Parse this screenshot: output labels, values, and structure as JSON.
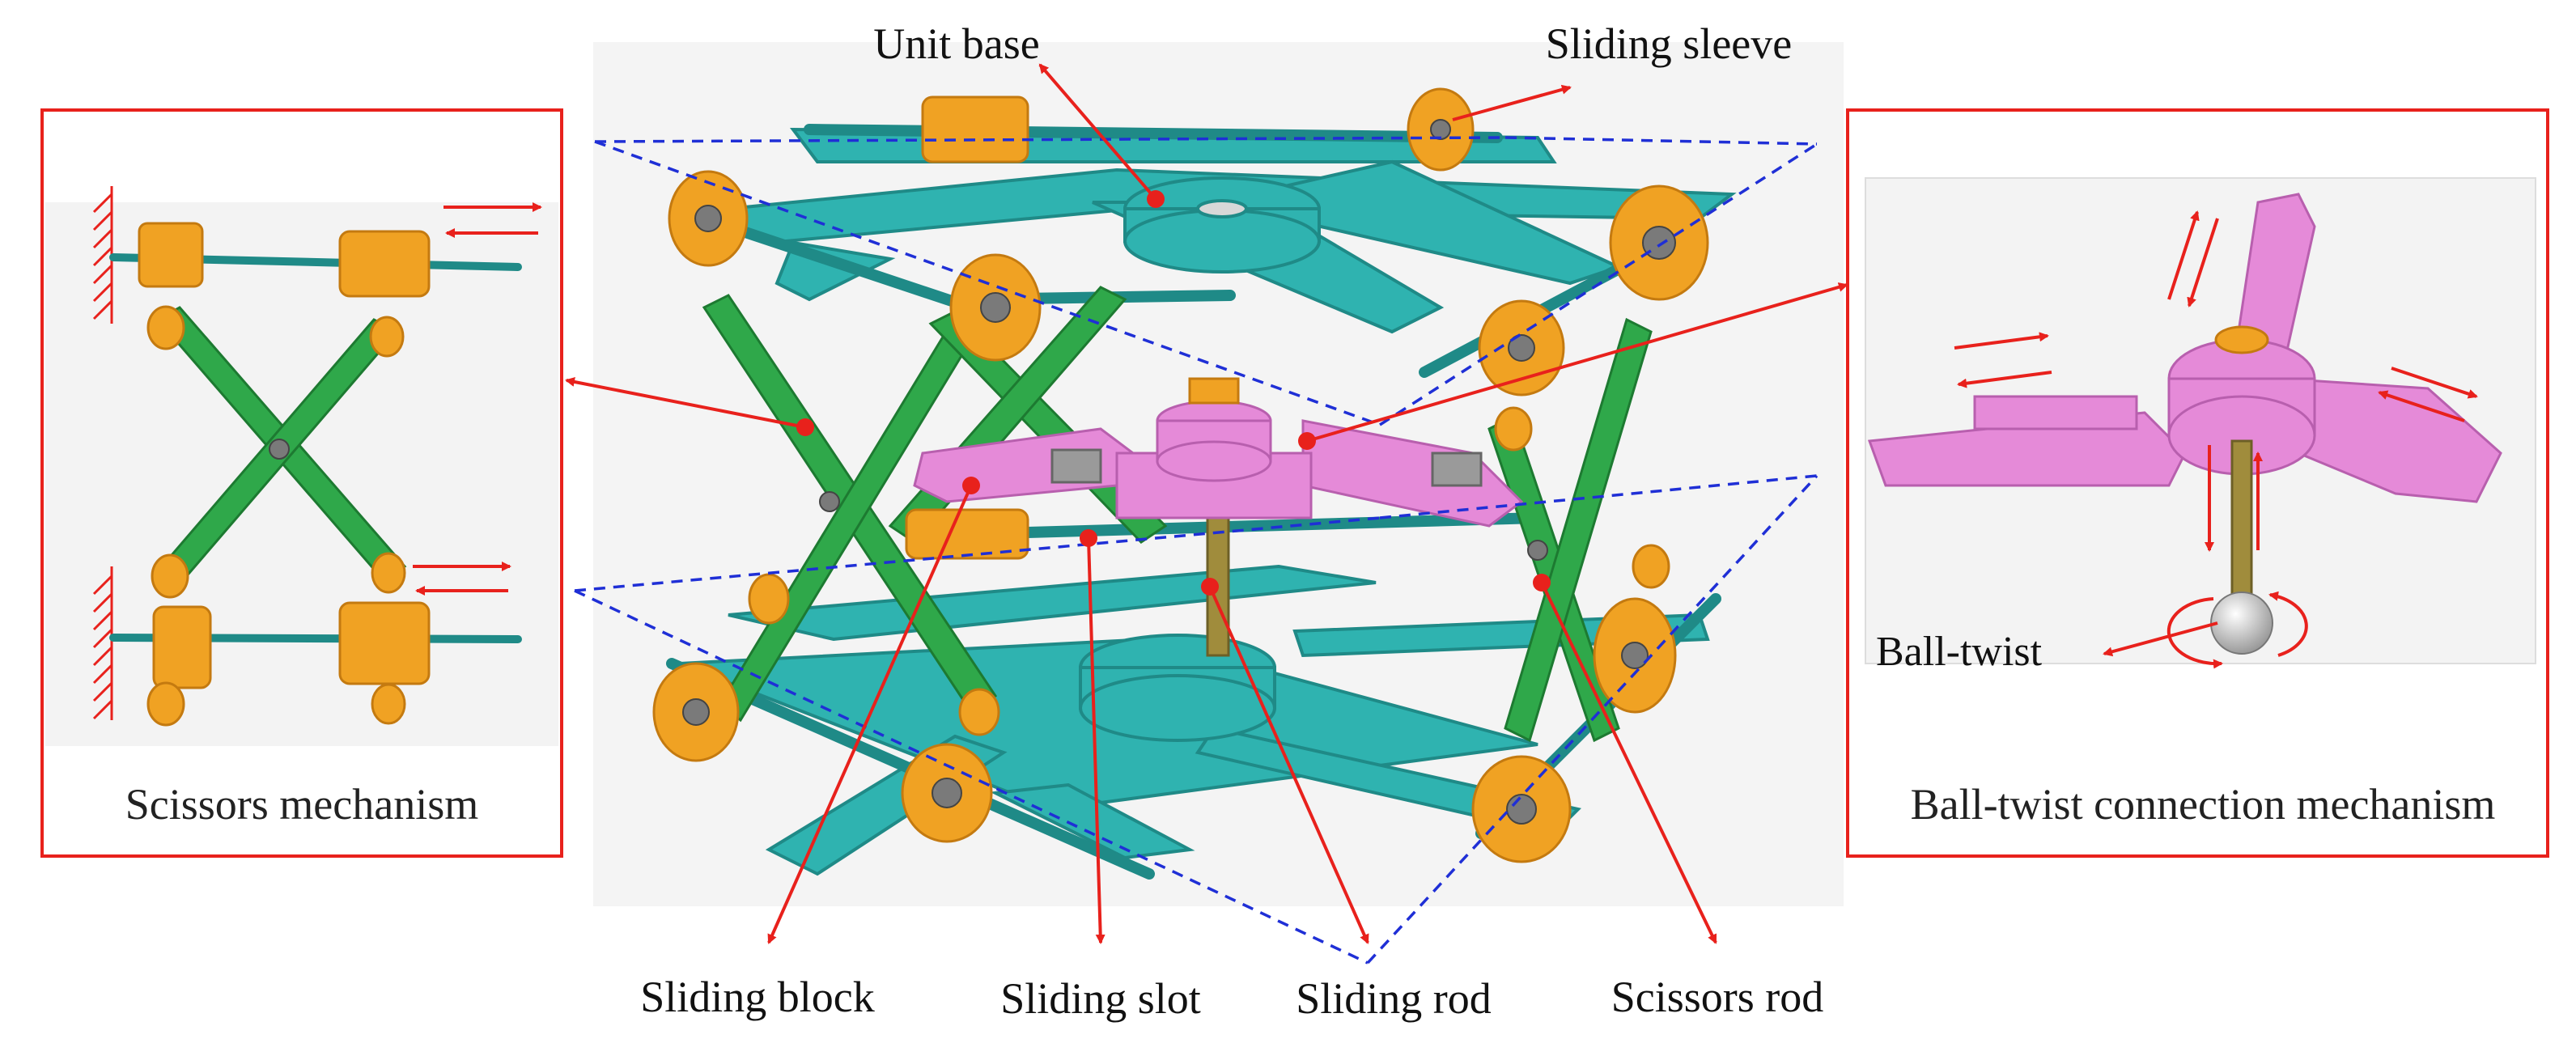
{
  "left_panel": {
    "caption": "Scissors mechanism"
  },
  "right_panel": {
    "caption": "Ball-twist connection mechanism",
    "inner_label": "Ball-twist"
  },
  "labels": {
    "unit_base": "Unit base",
    "sliding_sleeve": "Sliding sleeve",
    "sliding_block": "Sliding block",
    "sliding_slot": "Sliding slot",
    "sliding_rod": "Sliding rod",
    "scissors_rod": "Scissors rod"
  },
  "colors": {
    "frame_red": "#e8211c",
    "arrow_red": "#e8211c",
    "dashed_blue": "#1f2fd6",
    "teal": "#2fb3b0",
    "teal_dark": "#1f8a87",
    "orange": "#f0a223",
    "orange_dark": "#c47a10",
    "green": "#2fa84a",
    "green_dark": "#1d7a31",
    "pink": "#e58ad8",
    "pink_dark": "#b85fae",
    "grey": "#a9a9a9"
  }
}
